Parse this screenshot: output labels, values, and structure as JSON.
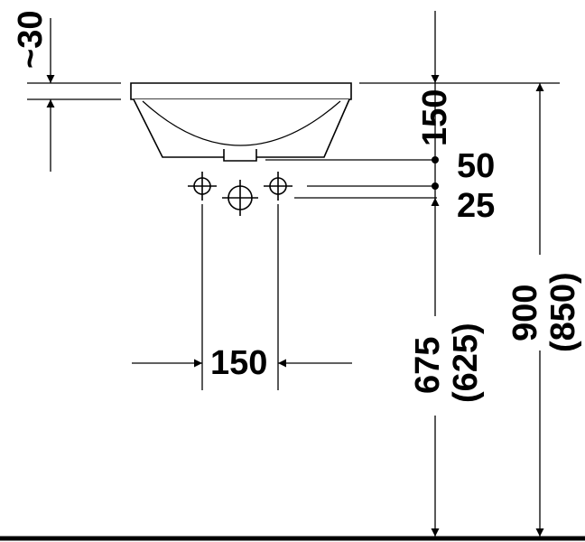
{
  "drawing": {
    "type": "installation dimension drawing",
    "subject": "countertop washbasin",
    "colors": {
      "line": "#000000",
      "background": "#ffffff"
    },
    "labels": {
      "approx_30": "~30",
      "rim_150": "150",
      "dim_50": "50",
      "dim_25": "25",
      "spacing_150": "150",
      "h675": "675",
      "h625": "(625)",
      "h900": "900",
      "h850": "(850)"
    }
  }
}
